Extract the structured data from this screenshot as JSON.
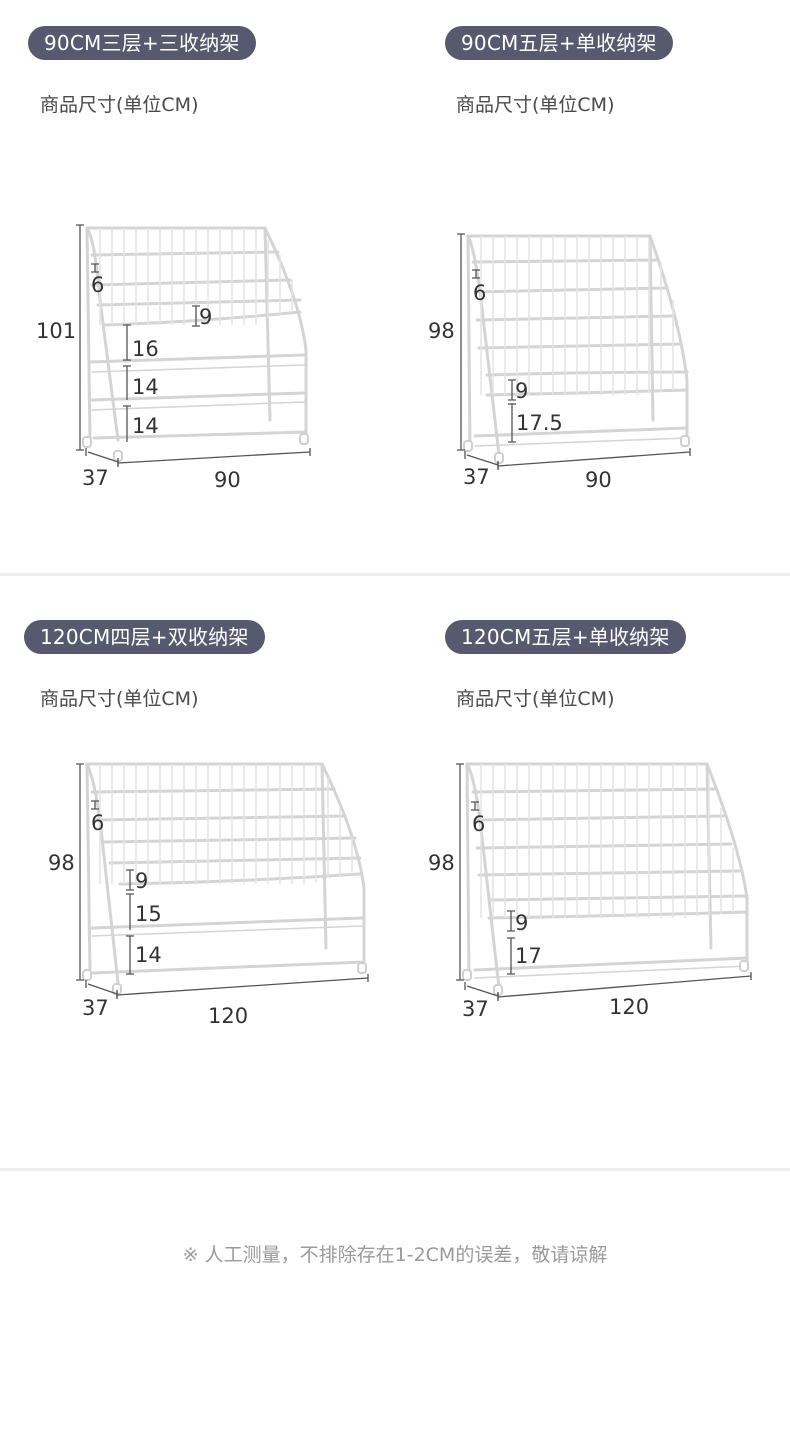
{
  "sections": [
    {
      "products": [
        {
          "title": "90CM三层+三收纳架",
          "subtitle": "商品尺寸(单位CM)",
          "dims": {
            "height": "101",
            "depth": "37",
            "width": "90",
            "d1": "6",
            "d2": "9",
            "d3": "16",
            "d4": "14",
            "d5": "14"
          }
        },
        {
          "title": "90CM五层+单收纳架",
          "subtitle": "商品尺寸(单位CM)",
          "dims": {
            "height": "98",
            "depth": "37",
            "width": "90",
            "d1": "6",
            "d2": "9",
            "d3": "17.5"
          }
        }
      ]
    },
    {
      "products": [
        {
          "title": "120CM四层+双收纳架",
          "subtitle": "商品尺寸(单位CM)",
          "dims": {
            "height": "98",
            "depth": "37",
            "width": "120",
            "d1": "6",
            "d2": "9",
            "d3": "15",
            "d4": "14"
          }
        },
        {
          "title": "120CM五层+单收纳架",
          "subtitle": "商品尺寸(单位CM)",
          "dims": {
            "height": "98",
            "depth": "37",
            "width": "120",
            "d1": "6",
            "d2": "9",
            "d3": "17"
          }
        }
      ]
    }
  ],
  "footnote": "※ 人工测量，不排除存在1-2CM的误差，敬请谅解",
  "colors": {
    "pill_bg": "#575a6e",
    "pill_text": "#ffffff",
    "frame": "#d9d9d9",
    "dim_line": "#555555"
  }
}
